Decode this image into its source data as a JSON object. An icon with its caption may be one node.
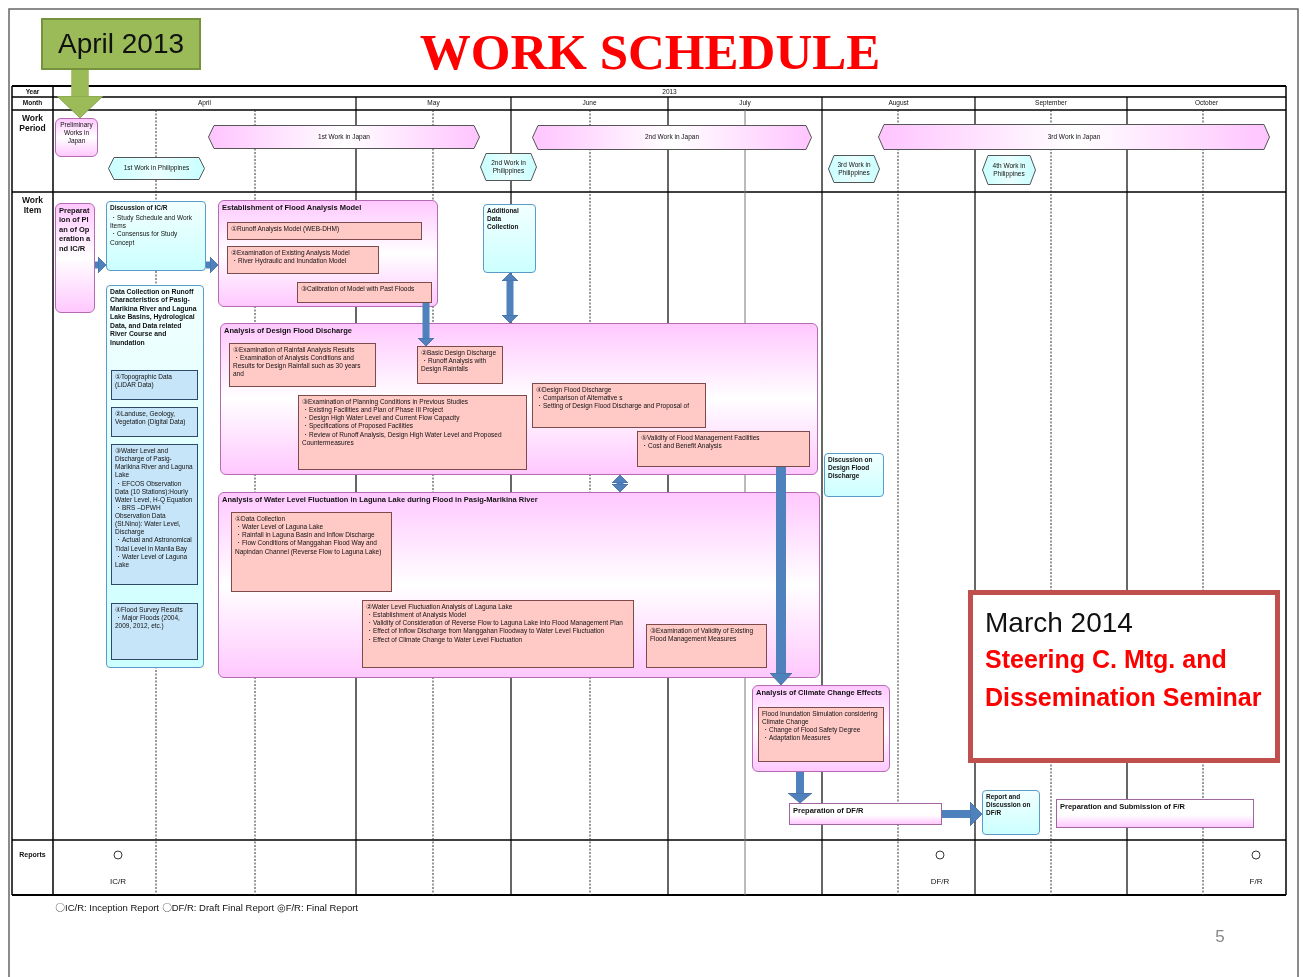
{
  "diagram": {
    "title": "WORK SCHEDULE",
    "nodes": [
      {
        "text": [
          "April 2013"
        ]
      },
      {
        "text": [
          "Preliminary Works in Japan"
        ]
      },
      {
        "text": [
          "1st Work in Japan"
        ]
      },
      {
        "text": [
          "1st Work in Philippines"
        ]
      },
      {
        "text": [
          "2nd Work in Philippines"
        ]
      },
      {
        "text": [
          "2nd Work in Japan"
        ]
      },
      {
        "text": [
          "3rd Work in Philippines"
        ]
      },
      {
        "text": [
          "3rd Work in Japan"
        ]
      },
      {
        "text": [
          "4th Work in Philippines"
        ]
      },
      {
        "text": [
          "Preparation of Plan of Operation and IC/R"
        ]
      },
      {
        "text": [
          "Discussion of IC/R",
          "・Study Schedule and Work Items",
          "・Consensus for Study Concept"
        ]
      },
      {
        "text": [
          "Data Collection on Runoff Characteristics of Pasig-Marikina River and Laguna Lake Basins, Hydrological Data, and Data related River Course and Inundation"
        ]
      },
      {
        "text": [
          "①Topographic Data (LiDAR Data)"
        ],
        "in": 11
      },
      {
        "text": [
          "②Landuse, Geology, Vegetation (Digital Data)"
        ],
        "in": 11
      },
      {
        "text": [
          "③Water Level and Discharge of Pasig-Marikina River and Laguna Lake",
          "・EFCOS Observation Data (10 Stations):Hourly Water Level, H-Q Equation",
          "・BRS –DPWH Observation Data (St.Nino): Water Level, Discharge",
          "・Actual and Astronomical Tidal Level in Manila Bay",
          "・Water Level of Laguna Lake"
        ],
        "in": 11
      },
      {
        "text": [
          "④Flood Survey Results",
          "・Major Floods (2004, 2009, 2012, etc.)"
        ],
        "in": 11
      },
      {
        "text": [
          "Establishment of Flood Analysis Model"
        ]
      },
      {
        "text": [
          "①Runoff Analysis Model (WEB-DHM)"
        ],
        "in": 16
      },
      {
        "text": [
          "②Examination of Existing Analysis Model",
          "・River Hydraulic and Inundation Model"
        ],
        "in": 16
      },
      {
        "text": [
          "③Calibration of Model with Past Floods"
        ],
        "in": 16
      },
      {
        "text": [
          "Additional Data Collection"
        ]
      },
      {
        "text": [
          "Analysis of Design Flood Discharge"
        ]
      },
      {
        "text": [
          "①Examination of Rainfall Analysis Results",
          "・Examination of Analysis Conditions and Results for Design Rainfall such as 30 years and"
        ],
        "in": 21
      },
      {
        "text": [
          "②Basic Design Discharge",
          "・Runoff Analysis with Design Rainfalls"
        ],
        "in": 21
      },
      {
        "text": [
          "③Examination of Planning Conditions in Previous Studies",
          "・Existing Facilities and Plan of Phase III Project",
          "・Design High Water Level and Current Flow Capacity",
          "・Specifications of Proposed Facilities",
          "・Review of Runoff Analysis, Design High Water Level and Proposed Countermeasures"
        ],
        "in": 21
      },
      {
        "text": [
          "④Design Flood Discharge",
          "・Comparison of Alternative s",
          "・Setting of Design Flood Discharge and Proposal of"
        ],
        "in": 21
      },
      {
        "text": [
          "⑤Validity of Flood Management Facilities",
          "・Cost and Benefit Analysis"
        ],
        "in": 21
      },
      {
        "text": [
          "Discussion on Design Flood Discharge"
        ]
      },
      {
        "text": [
          "Analysis of Water Level Fluctuation in Laguna Lake during Flood in Pasig-Marikina River"
        ]
      },
      {
        "text": [
          "①Data Collection",
          "・Water Level of Laguna Lake",
          "・Rainfall in Laguna Basin and Inflow Discharge",
          "・Flow Conditions of Manggahan Flood Way and Napindan Channel (Reverse Flow to Laguna Lake)"
        ],
        "in": 28
      },
      {
        "text": [
          "②Water Level Fluctuation Analysis of Laguna Lake",
          "・Establishment of Analysis Model",
          "・Validity of Consideration of Reverse Flow to Laguna Lake into Flood Management Plan",
          "・Effect of Inflow Discharge from Manggahan Floodway to Water Level Fluctuation",
          "・Effect of Climate Change to Water Level Fluctuation"
        ],
        "in": 28
      },
      {
        "text": [
          "③Examination of Validity of Existing Flood Management Measures"
        ],
        "in": 28
      },
      {
        "text": [
          "Analysis of Climate Change Effects"
        ]
      },
      {
        "text": [
          "Flood Inundation Simulation considering Climate Change",
          "・Change of Flood Safety Degree",
          "・Adaptation Measures"
        ],
        "in": 32
      },
      {
        "text": [
          "Preparation of DF/R"
        ]
      },
      {
        "text": [
          "Report and Discussion on DF/R"
        ]
      },
      {
        "text": [
          "Preparation and Submission of F/R"
        ]
      },
      {
        "text": [
          "March 2014",
          "Steering C. Mtg. and Dissemination Seminar"
        ]
      }
    ],
    "edges": [
      {
        "from": 0,
        "to": 1,
        "arrow": "to",
        "style": "thick",
        "color": "#9bbb59"
      },
      {
        "from": 9,
        "to": 10,
        "arrow": "to"
      },
      {
        "from": 10,
        "to": 16,
        "arrow": "to"
      },
      {
        "from": 19,
        "to": 23,
        "arrow": "to"
      },
      {
        "from": 20,
        "to": 21,
        "arrow": "both"
      },
      {
        "from": 21,
        "to": 28,
        "arrow": "both"
      },
      {
        "from": 26,
        "to": 32,
        "arrow": "to"
      },
      {
        "from": 32,
        "to": 34,
        "arrow": "to"
      },
      {
        "from": 34,
        "to": 35,
        "arrow": "to"
      }
    ],
    "labels": [
      "Year",
      "2013",
      "Month",
      "April",
      "May",
      "June",
      "July",
      "August",
      "September",
      "October",
      "Work Period",
      "Work Item",
      "Reports",
      "IC/R",
      "DF/R",
      "F/R",
      "〇IC/R: Inception Report 〇DF/R: Draft Final Report ◎F/R: Final Report",
      "5"
    ]
  }
}
